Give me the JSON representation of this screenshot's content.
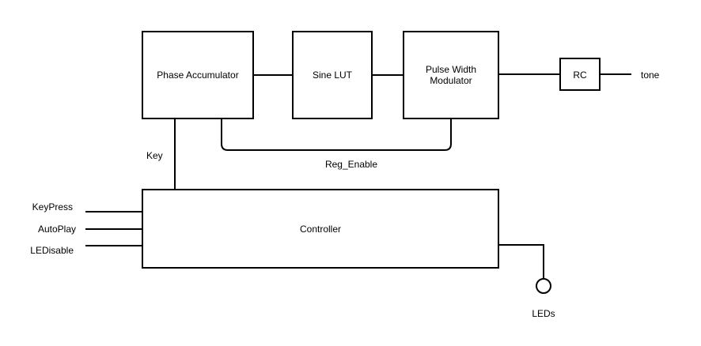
{
  "blocks": {
    "phase_accumulator": "Phase Accumulator",
    "sine_lut": "Sine LUT",
    "pwm_line1": "Pulse Width",
    "pwm_line2": "Modulator",
    "rc": "RC",
    "controller": "Controller"
  },
  "signals": {
    "tone": "tone",
    "key": "Key",
    "reg_enable": "Reg_Enable",
    "keypress": "KeyPress",
    "autoplay": "AutoPlay",
    "ledisable": "LEDisable",
    "leds": "LEDs"
  },
  "colors": {
    "stroke": "#000000",
    "background": "#ffffff"
  }
}
